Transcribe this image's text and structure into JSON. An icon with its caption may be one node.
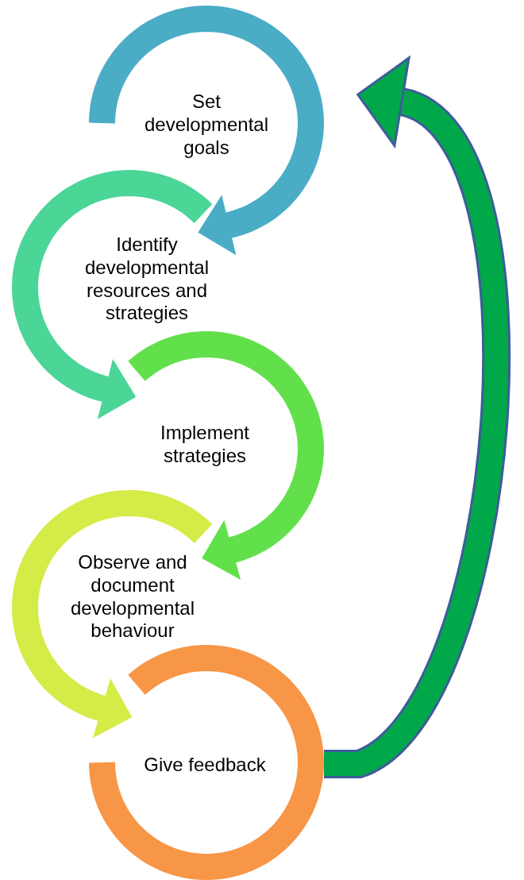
{
  "diagram": {
    "nodes": [
      {
        "text": [
          "Set developmental goals"
        ]
      },
      {
        "text": [
          "Identify developmental resources and strategies"
        ]
      },
      {
        "text": [
          "Implement strategies"
        ]
      },
      {
        "text": [
          "Observe and document developmental behaviour"
        ]
      },
      {
        "text": [
          "Give feedback"
        ]
      }
    ],
    "edges": [
      {
        "from": 0,
        "to": 1,
        "arrow": "to",
        "color": "#4bacc6"
      },
      {
        "from": 1,
        "to": 2,
        "arrow": "to",
        "color": "#4bd597"
      },
      {
        "from": 2,
        "to": 3,
        "arrow": "to",
        "color": "#62e04b"
      },
      {
        "from": 3,
        "to": 4,
        "arrow": "to",
        "color": "#d5eb48"
      },
      {
        "from": 4,
        "to": 0,
        "arrow": "to",
        "color": "#00a84a"
      }
    ]
  }
}
